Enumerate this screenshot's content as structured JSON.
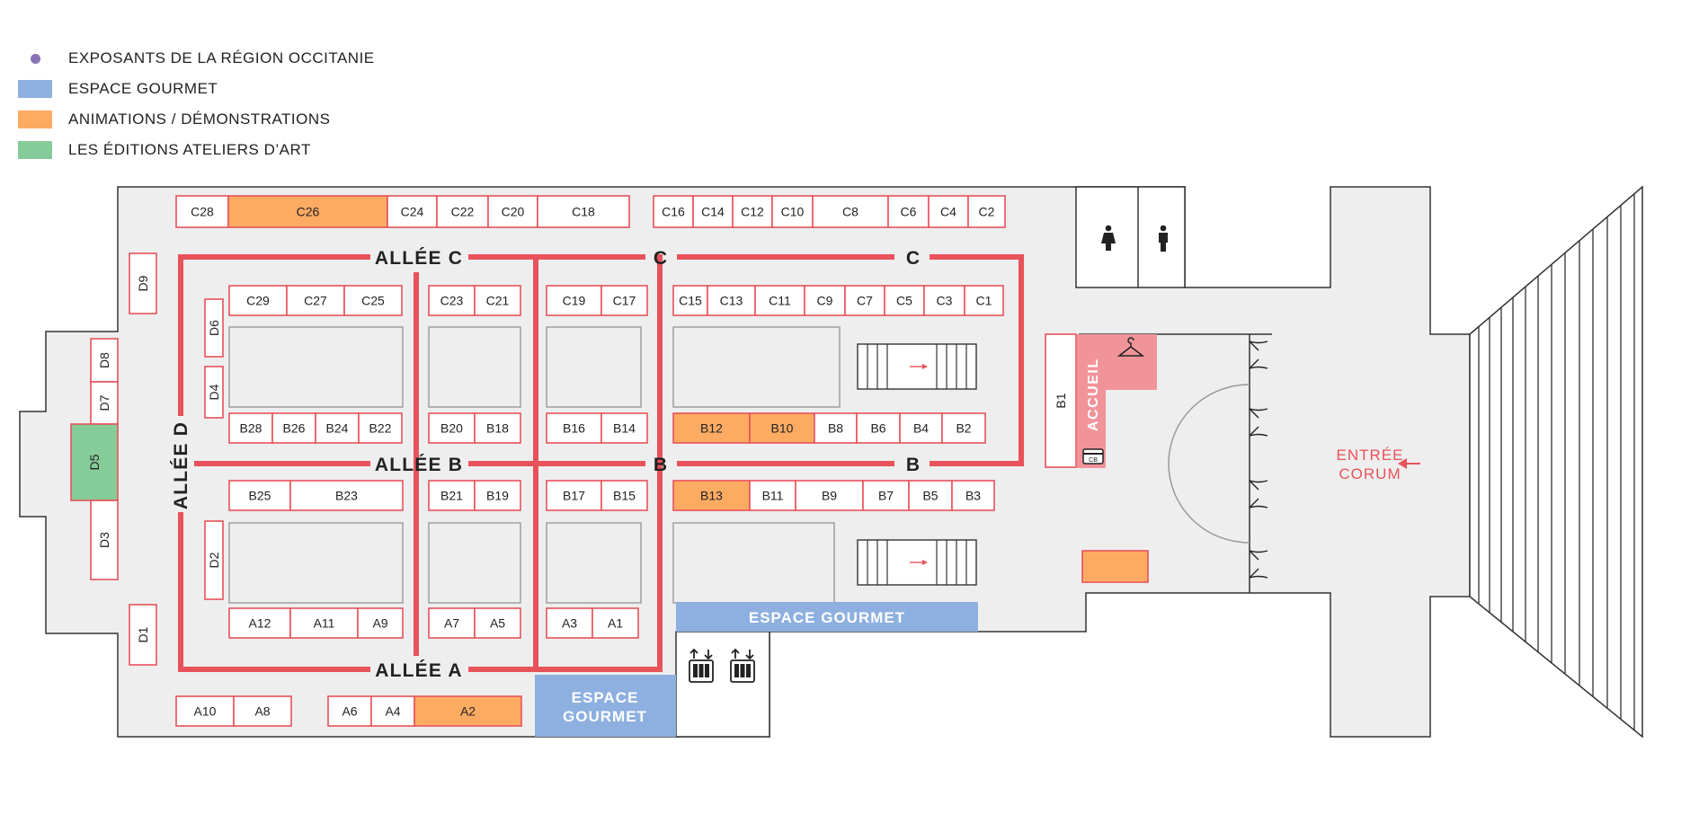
{
  "colors": {
    "purple": "#8a72b5",
    "gourmet": "#8eb0e0",
    "animation": "#fdab63",
    "ateliers": "#86cc99",
    "stand_border": "#e8525a",
    "aisle": "#e8525a",
    "floor": "#eeeeee",
    "accueil": "#f1949a",
    "entree": "#e8525a"
  },
  "legend": {
    "items": [
      {
        "kind": "dot",
        "color": "#8a72b5",
        "label": "EXPOSANTS DE LA RÉGION OCCITANIE"
      },
      {
        "kind": "box",
        "color": "#8eb0e0",
        "label": "ESPACE GOURMET"
      },
      {
        "kind": "box",
        "color": "#fdab63",
        "label": "ANIMATIONS / DÉMONSTRATIONS"
      },
      {
        "kind": "box",
        "color": "#86cc99",
        "label": "LES ÉDITIONS ATELIERS D’ART"
      }
    ]
  },
  "aisles": {
    "c": "ALLÉE C",
    "b": "ALLÉE B",
    "a": "ALLÉE A",
    "d": "ALLÉE D",
    "c_short": "C",
    "b_short": "B"
  },
  "zones": {
    "gourmet_main": "ESPACE GOURMET",
    "gourmet_small_1": "ESPACE",
    "gourmet_small_2": "GOURMET",
    "accueil": "ACCUEIL",
    "cb": "CB",
    "entree_1": "ENTRÉE",
    "entree_2": "CORUM",
    "entree_arrow": "←"
  },
  "icons": {
    "women": "women-restroom-icon",
    "men": "men-restroom-icon",
    "elevator": "elevator-icon",
    "cloakroom": "cloakroom-hanger-icon",
    "card": "credit-card-icon",
    "stairs": "staircase-icon"
  },
  "stands": {
    "c_top_left": [
      {
        "id": "C28",
        "type": "standard"
      },
      {
        "id": "C26",
        "type": "animation"
      },
      {
        "id": "C24",
        "type": "standard"
      },
      {
        "id": "C22",
        "type": "standard"
      },
      {
        "id": "C20",
        "type": "standard"
      },
      {
        "id": "C18",
        "type": "standard"
      }
    ],
    "c_top_right": [
      {
        "id": "C16",
        "type": "standard"
      },
      {
        "id": "C14",
        "type": "standard"
      },
      {
        "id": "C12",
        "type": "standard"
      },
      {
        "id": "C10",
        "type": "standard"
      },
      {
        "id": "C8",
        "type": "standard"
      },
      {
        "id": "C6",
        "type": "standard"
      },
      {
        "id": "C4",
        "type": "standard"
      },
      {
        "id": "C2",
        "type": "standard"
      }
    ],
    "c_row_1": [
      {
        "id": "C29",
        "type": "standard"
      },
      {
        "id": "C27",
        "type": "standard"
      },
      {
        "id": "C25",
        "type": "standard"
      }
    ],
    "c_row_2": [
      {
        "id": "C23",
        "type": "standard"
      },
      {
        "id": "C21",
        "type": "standard"
      }
    ],
    "c_row_3": [
      {
        "id": "C19",
        "type": "standard"
      },
      {
        "id": "C17",
        "type": "standard"
      }
    ],
    "c_row_4": [
      {
        "id": "C15",
        "type": "standard"
      },
      {
        "id": "C13",
        "type": "standard"
      },
      {
        "id": "C11",
        "type": "standard"
      },
      {
        "id": "C9",
        "type": "standard"
      },
      {
        "id": "C7",
        "type": "standard"
      },
      {
        "id": "C5",
        "type": "standard"
      },
      {
        "id": "C3",
        "type": "standard"
      },
      {
        "id": "C1",
        "type": "standard"
      }
    ],
    "b_upper_1": [
      {
        "id": "B28",
        "type": "standard"
      },
      {
        "id": "B26",
        "type": "standard"
      },
      {
        "id": "B24",
        "type": "standard"
      },
      {
        "id": "B22",
        "type": "standard"
      }
    ],
    "b_upper_2": [
      {
        "id": "B20",
        "type": "standard"
      },
      {
        "id": "B18",
        "type": "standard"
      }
    ],
    "b_upper_3": [
      {
        "id": "B16",
        "type": "standard"
      },
      {
        "id": "B14",
        "type": "standard"
      }
    ],
    "b_upper_4": [
      {
        "id": "B12",
        "type": "animation"
      },
      {
        "id": "B10",
        "type": "animation"
      },
      {
        "id": "B8",
        "type": "standard"
      },
      {
        "id": "B6",
        "type": "standard"
      },
      {
        "id": "B4",
        "type": "standard"
      },
      {
        "id": "B2",
        "type": "standard"
      }
    ],
    "b_lower_1": [
      {
        "id": "B25",
        "type": "standard"
      },
      {
        "id": "B23",
        "type": "standard"
      }
    ],
    "b_lower_2": [
      {
        "id": "B21",
        "type": "standard"
      },
      {
        "id": "B19",
        "type": "standard"
      }
    ],
    "b_lower_3": [
      {
        "id": "B17",
        "type": "standard"
      },
      {
        "id": "B15",
        "type": "standard"
      }
    ],
    "b_lower_4": [
      {
        "id": "B13",
        "type": "animation"
      },
      {
        "id": "B11",
        "type": "standard"
      },
      {
        "id": "B9",
        "type": "standard"
      },
      {
        "id": "B7",
        "type": "standard"
      },
      {
        "id": "B5",
        "type": "standard"
      },
      {
        "id": "B3",
        "type": "standard"
      }
    ],
    "a_row_1": [
      {
        "id": "A12",
        "type": "standard"
      },
      {
        "id": "A11",
        "type": "standard"
      },
      {
        "id": "A9",
        "type": "standard"
      }
    ],
    "a_row_2": [
      {
        "id": "A7",
        "type": "standard"
      },
      {
        "id": "A5",
        "type": "standard"
      }
    ],
    "a_row_3": [
      {
        "id": "A3",
        "type": "standard"
      },
      {
        "id": "A1",
        "type": "standard"
      }
    ],
    "a_bottom_left": [
      {
        "id": "A10",
        "type": "standard"
      },
      {
        "id": "A8",
        "type": "standard"
      }
    ],
    "a_bottom_mid": [
      {
        "id": "A6",
        "type": "standard"
      },
      {
        "id": "A4",
        "type": "standard"
      },
      {
        "id": "A2",
        "type": "animation"
      }
    ],
    "d_outer": [
      {
        "id": "D9",
        "type": "standard"
      },
      {
        "id": "D8",
        "type": "standard"
      },
      {
        "id": "D7",
        "type": "standard"
      },
      {
        "id": "D5",
        "type": "ateliers"
      },
      {
        "id": "D3",
        "type": "standard"
      },
      {
        "id": "D1",
        "type": "standard"
      }
    ],
    "d_inner": [
      {
        "id": "D6",
        "type": "standard"
      },
      {
        "id": "D4",
        "type": "standard"
      },
      {
        "id": "D2",
        "type": "standard"
      }
    ],
    "b1": {
      "id": "B1",
      "type": "standard"
    },
    "hall_animation": {
      "id": "",
      "type": "animation"
    }
  }
}
